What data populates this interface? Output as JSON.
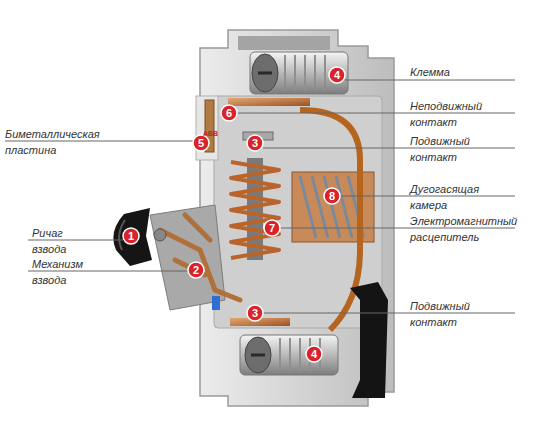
{
  "diagram": {
    "nodes": [
      {
        "text": [
          "4"
        ]
      },
      {
        "text": [
          "6"
        ]
      },
      {
        "text": [
          "5"
        ]
      },
      {
        "text": [
          "3"
        ]
      },
      {
        "text": [
          "8"
        ]
      },
      {
        "text": [
          "7"
        ]
      },
      {
        "text": [
          "1"
        ]
      },
      {
        "text": [
          "2"
        ]
      },
      {
        "text": [
          "3"
        ]
      },
      {
        "text": [
          "4"
        ]
      }
    ],
    "labels": [
      "Клемма",
      "Неподвижный контакт",
      "Биметаллическая пластина",
      "Подвижный контакт",
      "ABB",
      "Дугогасящая камера",
      "Электромагнитный расцепитель",
      "Ричаг взвода",
      "Механизм взвода",
      "Подвижный контакт"
    ]
  }
}
